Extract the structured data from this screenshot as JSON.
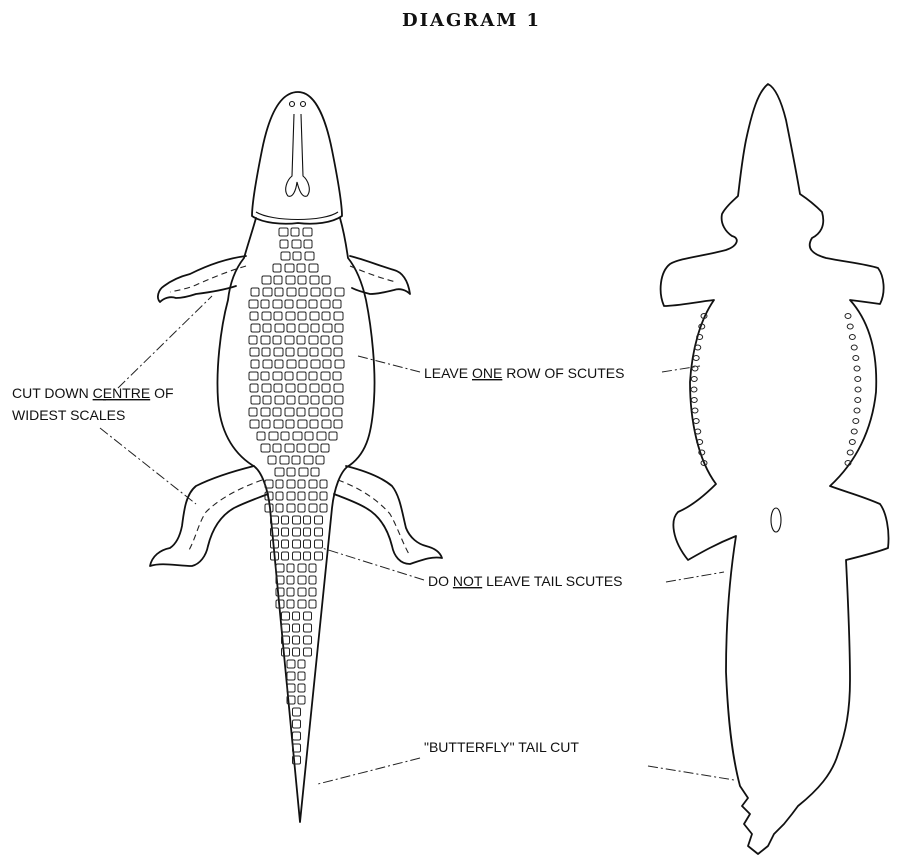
{
  "title": "DIAGRAM 1",
  "labels": {
    "cut_line1_pre": "CUT DOWN ",
    "cut_line1_underlined": "CENTRE",
    "cut_line1_post": " OF",
    "cut_line2": "WIDEST SCALES",
    "leave_pre": "LEAVE ",
    "leave_underlined": "ONE",
    "leave_post": " ROW OF SCUTES",
    "tail_pre": "DO ",
    "tail_underlined": "NOT",
    "tail_post": " LEAVE TAIL SCUTES",
    "butterfly": "\"BUTTERFLY\" TAIL CUT"
  }
}
